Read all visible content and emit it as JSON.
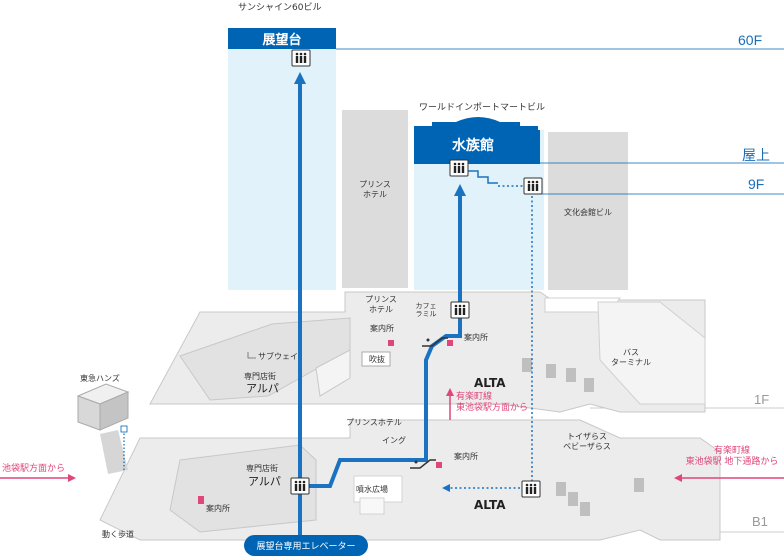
{
  "buildings": {
    "sunshine60": "サンシャイン60ビル",
    "observatory": "展望台",
    "prince_hotel": "プリンス\nホテル",
    "world_import": "ワールドインポートマートビル",
    "aquarium": "水族館",
    "bunka": "文化会館ビル",
    "tokyu_hands": "東急ハンズ"
  },
  "floors": {
    "f60": "60F",
    "rooftop": "屋上",
    "f9": "9F",
    "f1": "1F",
    "b1": "B1"
  },
  "labels_1f": {
    "prince_hotel": "プリンス\nホテル",
    "cafe": "カフェ\nラミル",
    "info1": "案内所",
    "info2": "案内所",
    "subway": "サブウェイ",
    "fukinuke": "吹抜",
    "alpa_shop": "専門店街",
    "alpa": "アルパ",
    "alta": "ALTA",
    "bus_terminal": "バス\nターミナル"
  },
  "labels_b1": {
    "prince_hotel": "プリンスホテル",
    "ing": "イング",
    "info": "案内所",
    "alpa_shop": "専門店街",
    "alpa": "アルパ",
    "fountain": "噴水広場",
    "toys": "トイザらス\nベビーザらス",
    "alta": "ALTA",
    "info_left": "案内所",
    "walkway": "動く歩道"
  },
  "directions": {
    "yurakucho_1f": "有楽町線\n東池袋駅方面から",
    "ikebukuro": "池袋駅方面から",
    "yurakucho_b1": "有楽町線\n東池袋駅 地下通路から"
  },
  "elevator_label": "展望台専用エレベーター",
  "colors": {
    "accent": "#0064b4",
    "highlight": "#e0457b",
    "building_gray": "#dcdcdc",
    "building_blue": "#e1f2fb"
  }
}
